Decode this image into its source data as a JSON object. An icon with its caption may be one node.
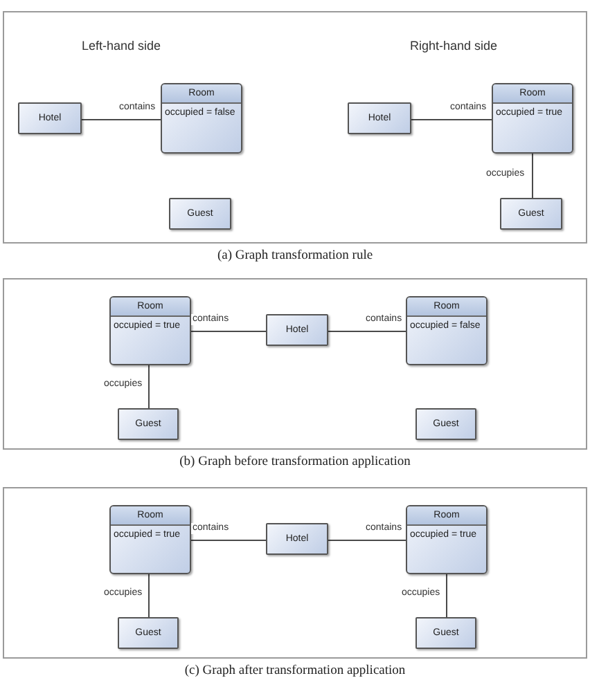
{
  "diagram": {
    "nodes": [
      {
        "text": [
          "Left-hand side",
          "Right-hand side"
        ],
        "beside": [
          "(a) Graph transformation rule"
        ]
      },
      {
        "text": [
          "Hotel"
        ],
        "in": 0
      },
      {
        "text": [
          "Room",
          "occupied = false"
        ],
        "in": 0
      },
      {
        "text": [
          "Guest"
        ],
        "in": 0
      },
      {
        "text": [
          "Hotel"
        ],
        "in": 0
      },
      {
        "text": [
          "Room",
          "occupied = true"
        ],
        "in": 0
      },
      {
        "text": [
          "Guest"
        ],
        "in": 0
      },
      {
        "text": [],
        "shape": "box",
        "beside": [
          "(b) Graph before transformation application"
        ]
      },
      {
        "text": [
          "Room",
          "occupied = true"
        ],
        "in": 7
      },
      {
        "text": [
          "Hotel"
        ],
        "in": 7
      },
      {
        "text": [
          "Room",
          "occupied = false"
        ],
        "in": 7
      },
      {
        "text": [
          "Guest"
        ],
        "in": 7
      },
      {
        "text": [
          "Guest"
        ],
        "in": 7
      },
      {
        "text": [],
        "shape": "box",
        "beside": [
          "(c) Graph after transformation application"
        ]
      },
      {
        "text": [
          "Room",
          "occupied = true"
        ],
        "in": 13
      },
      {
        "text": [
          "Hotel"
        ],
        "in": 13
      },
      {
        "text": [
          "Room",
          "occupied = true"
        ],
        "in": 13
      },
      {
        "text": [
          "Guest"
        ],
        "in": 13
      },
      {
        "text": [
          "Guest"
        ],
        "in": 13
      }
    ],
    "edges": [
      {
        "from": 1,
        "to": 2,
        "arrow": "none",
        "label": "contains"
      },
      {
        "from": 4,
        "to": 5,
        "arrow": "none",
        "label": "contains"
      },
      {
        "from": 5,
        "to": 6,
        "arrow": "none",
        "label": "occupies"
      },
      {
        "from": 9,
        "to": 8,
        "arrow": "none",
        "label": "contains"
      },
      {
        "from": 9,
        "to": 10,
        "arrow": "none",
        "label": "contains"
      },
      {
        "from": 8,
        "to": 11,
        "arrow": "none",
        "label": "occupies"
      },
      {
        "from": 15,
        "to": 14,
        "arrow": "none",
        "label": "contains"
      },
      {
        "from": 15,
        "to": 16,
        "arrow": "none",
        "label": "contains"
      },
      {
        "from": 14,
        "to": 17,
        "arrow": "none",
        "label": "occupies"
      },
      {
        "from": 16,
        "to": 18,
        "arrow": "none",
        "label": "occupies"
      }
    ]
  }
}
